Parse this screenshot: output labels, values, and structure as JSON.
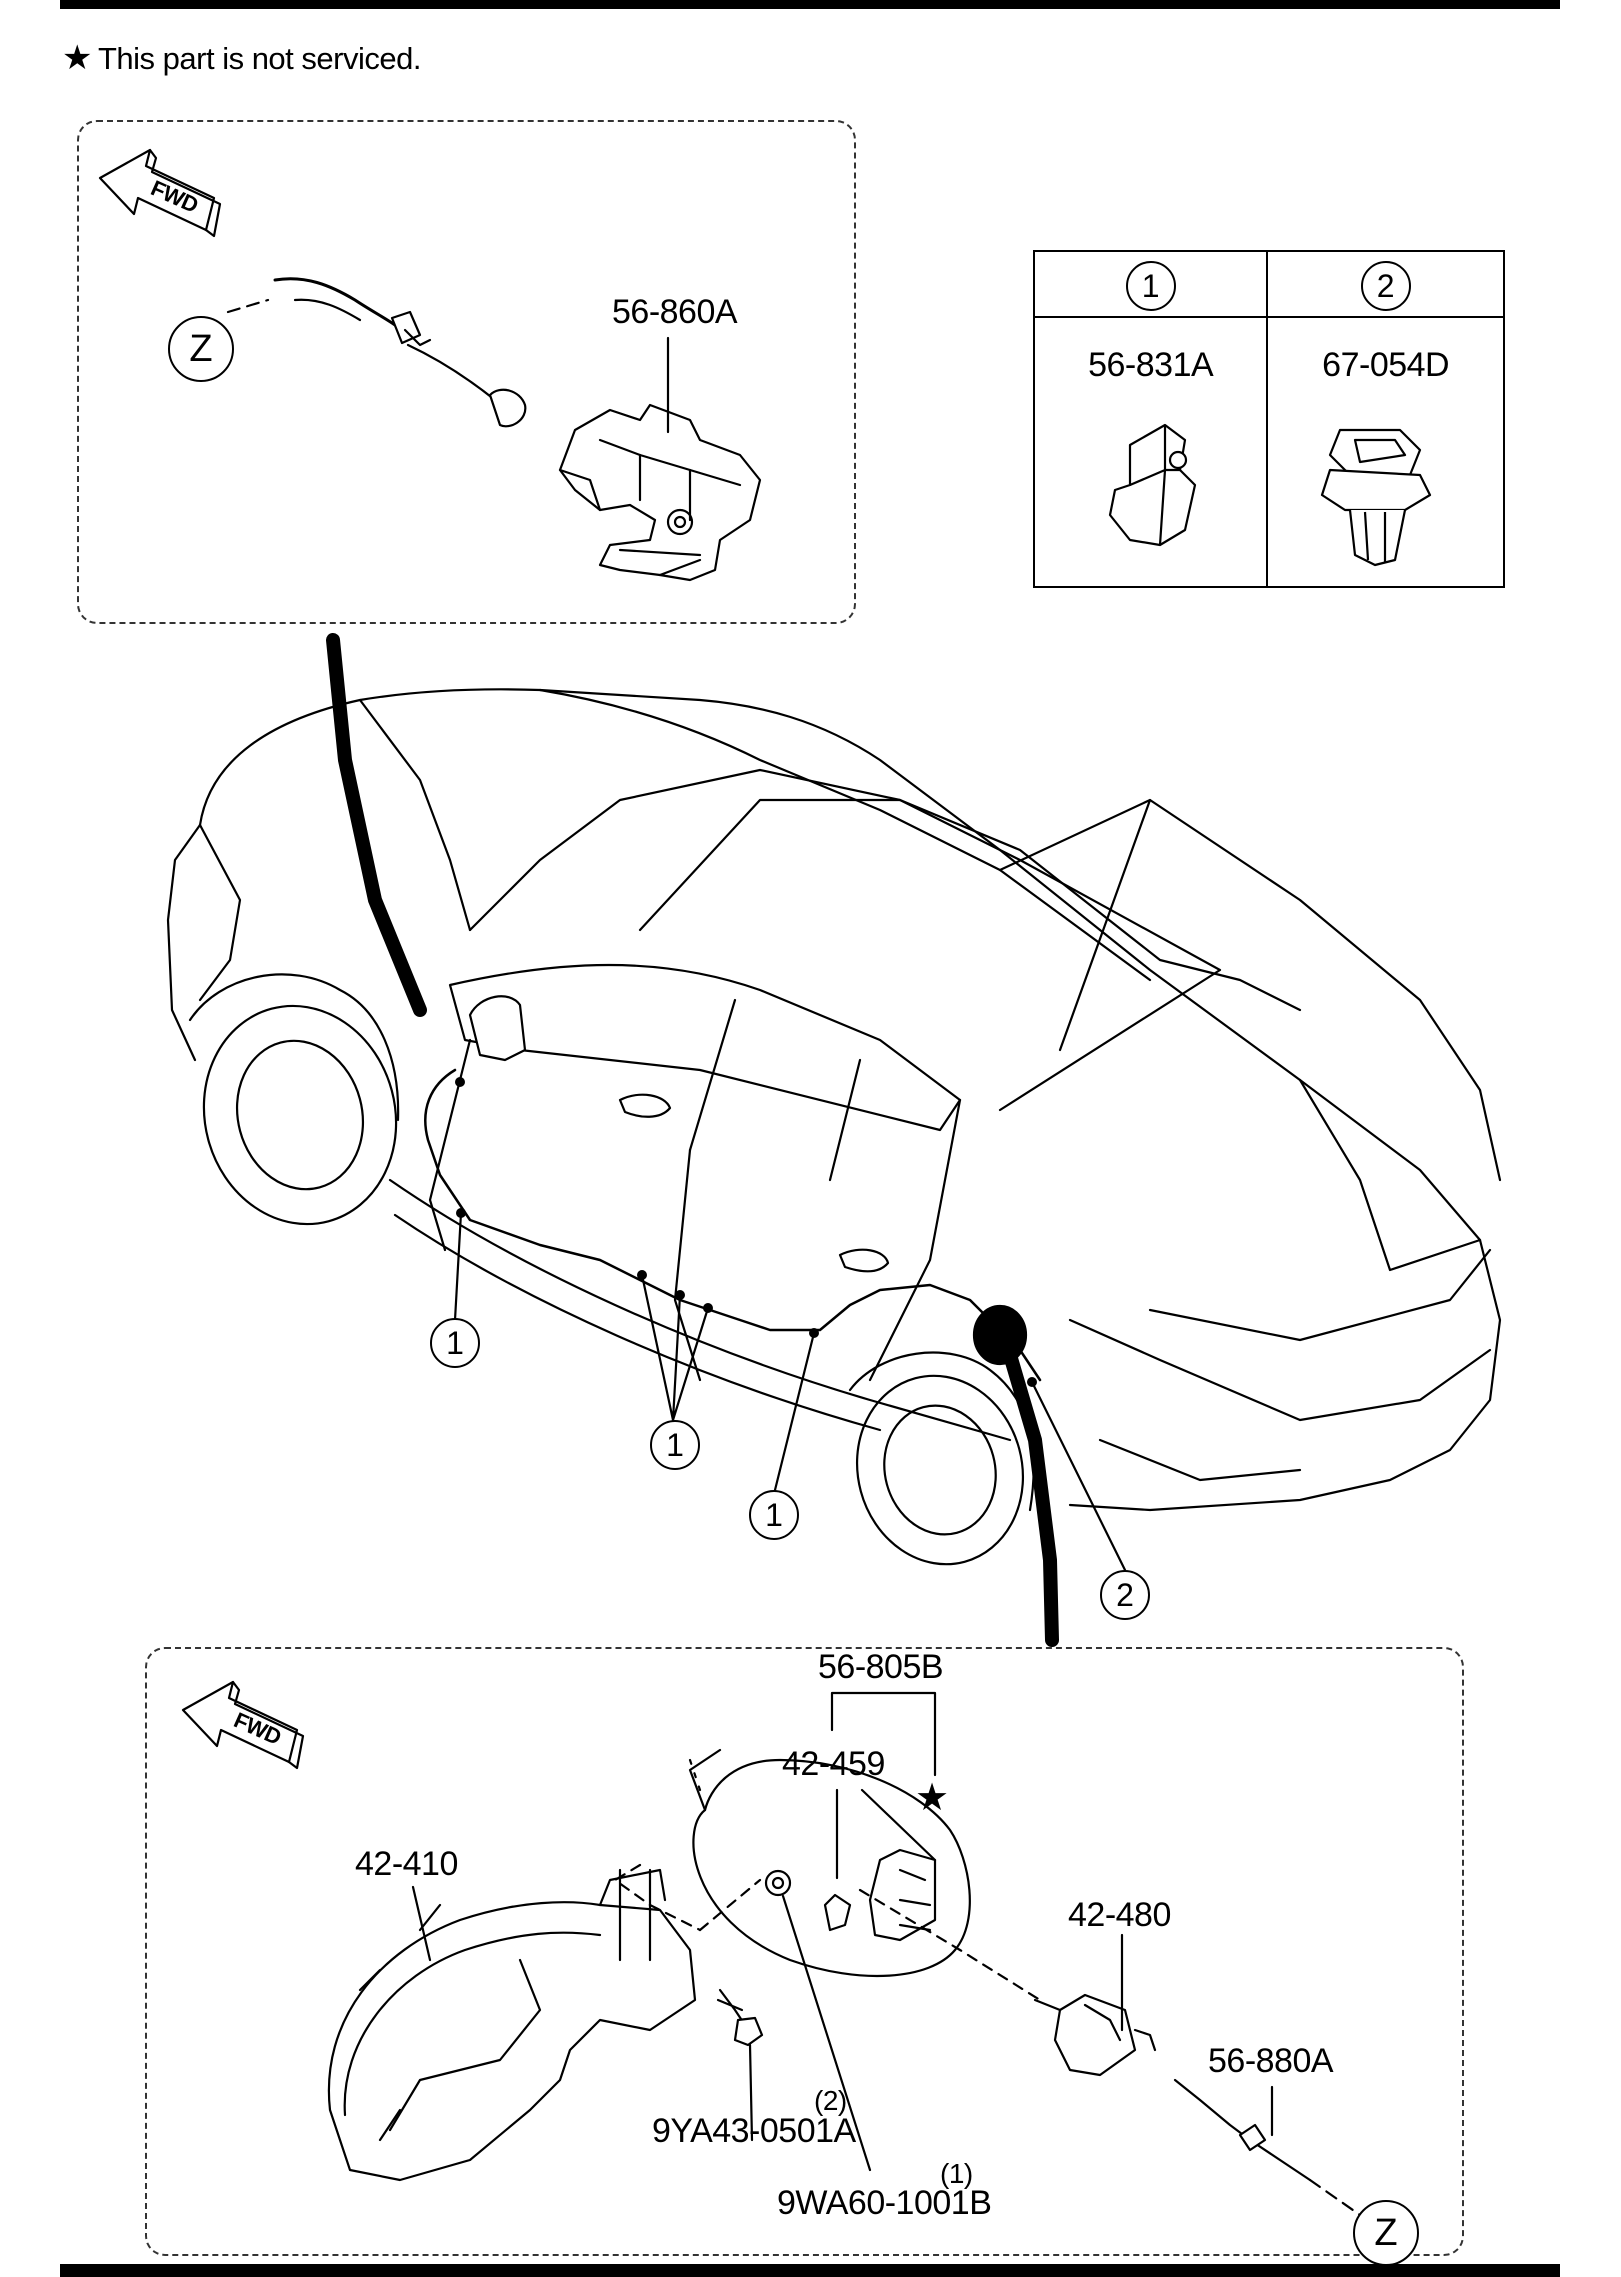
{
  "note": {
    "symbol": "★",
    "text": "This part is not serviced."
  },
  "fwd_label": "FWD",
  "connector_label": "Z",
  "clip_table": {
    "headers": [
      "1",
      "2"
    ],
    "parts": [
      "56-831A",
      "67-054D"
    ]
  },
  "parts": {
    "top_inset_part": "56-860A",
    "lid_assembly": "56-805B",
    "lid_spring": "42-459",
    "lid": "42-410",
    "actuator": "42-480",
    "cable": "56-880A",
    "bolt": "9YA43-0501A",
    "bolt_qty": "(2)",
    "nut": "9WA60-1001B",
    "nut_qty": "(1)"
  },
  "car_callouts": [
    "1",
    "1",
    "1",
    "2"
  ],
  "icons": [
    "star-icon",
    "fwd-arrow-icon",
    "connector-z-icon",
    "clip-icon",
    "push-clip-icon"
  ]
}
